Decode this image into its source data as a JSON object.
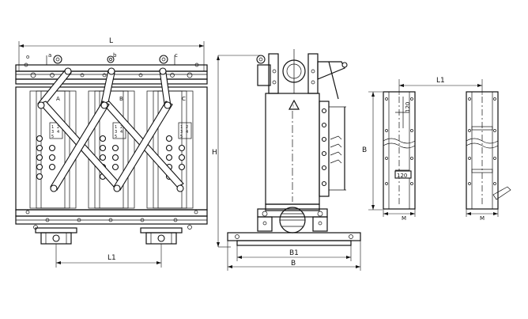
{
  "front_view": {
    "overall_length_label": "L",
    "base_distance_label": "L1",
    "phase_labels": [
      "A",
      "B",
      "C"
    ],
    "terminal_labels": [
      "o",
      "a",
      "b",
      "c"
    ],
    "tap_labels": [
      "1",
      "3",
      "5",
      "2",
      "4"
    ]
  },
  "side_view": {
    "height_label": "H",
    "width_label": "B",
    "inner_width_label": "B1",
    "warning_symbol": "!"
  },
  "duct_view": {
    "spacing_label": "L1",
    "height_label": "B",
    "width_label_left": "M",
    "width_label_right": "M",
    "dim_vertical": "120",
    "dim_horizontal": "120"
  }
}
